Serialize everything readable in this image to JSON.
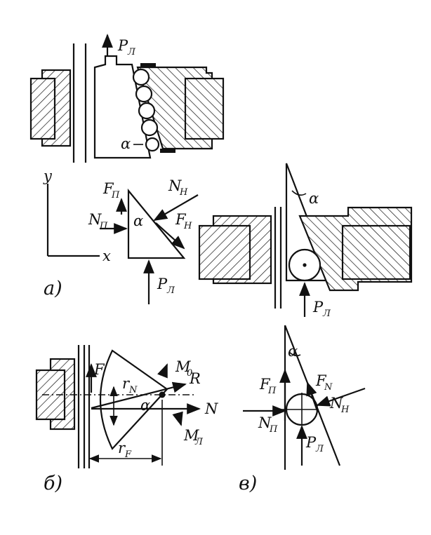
{
  "labels": {
    "force_lift": "P",
    "force_lift_sub": "Л",
    "angle": "α",
    "axis_y": "y",
    "axis_x": "x",
    "friction_pr": "F",
    "friction_pr_sub": "П",
    "normal_n": "N",
    "normal_n_sub": "Н",
    "normal_pr": "N",
    "normal_pr_sub": "П",
    "friction_n": "F",
    "friction_n_sub": "Н",
    "moment_0": "M",
    "moment_0_sub": "0",
    "resultant": "R",
    "force_f": "F",
    "radius_n": "r",
    "radius_n_sub": "N",
    "normal": "N",
    "moment_l": "M",
    "moment_l_sub": "Л",
    "radius_f": "r",
    "radius_f_sub": "F",
    "friction_roller": "F",
    "friction_roller_sub": "N"
  },
  "captions": {
    "a": "а)",
    "b": "б)",
    "v": "в)"
  }
}
